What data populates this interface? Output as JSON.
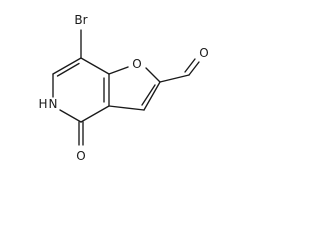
{
  "structure": {
    "atoms": {
      "bromine": "Br",
      "furan_oxygen": "O",
      "aldehyde_oxygen": "O",
      "ring_nitrogen": "N",
      "nitrogen_hydrogen": "H",
      "carbonyl_oxygen": "O"
    }
  }
}
